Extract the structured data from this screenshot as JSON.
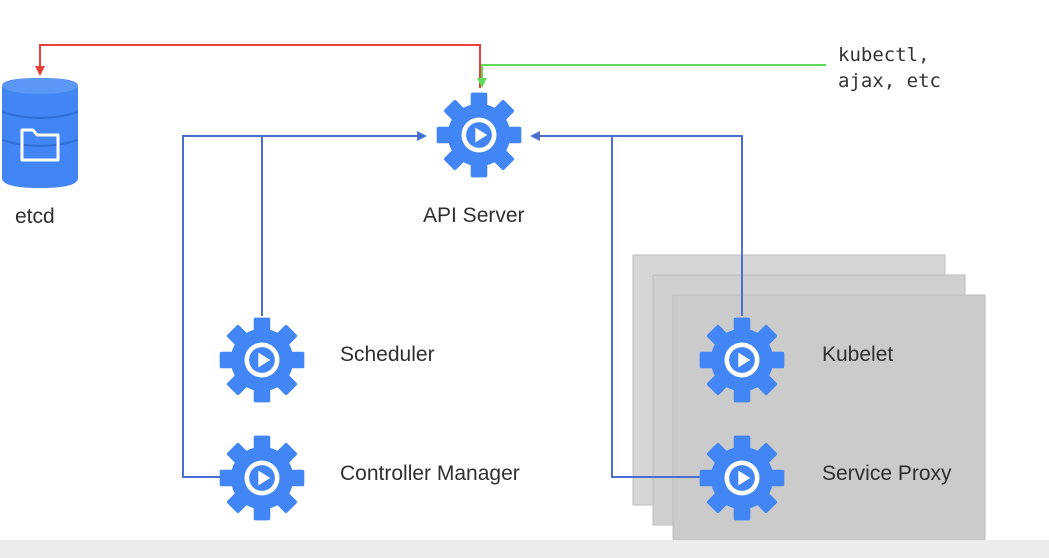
{
  "nodes": {
    "etcd": {
      "label": "etcd"
    },
    "api_server": {
      "label": "API Server"
    },
    "scheduler": {
      "label": "Scheduler"
    },
    "controller_manager": {
      "label": "Controller Manager"
    },
    "kubelet": {
      "label": "Kubelet"
    },
    "service_proxy": {
      "label": "Service Proxy"
    }
  },
  "clients": {
    "line1": "kubectl,",
    "line2": "ajax, etc"
  },
  "colors": {
    "gear": "#4285f4",
    "gear_inner": "#ffffff",
    "etcd_link": "#e8413b",
    "client_link": "#5ed95a",
    "component_link": "#4a6fd1",
    "node_box": "#cdcdcd",
    "node_box_border": "#bbbbbb",
    "db": "#4285f4"
  },
  "icons": {
    "gear": "gear-play-icon",
    "database": "database-folder-icon"
  }
}
